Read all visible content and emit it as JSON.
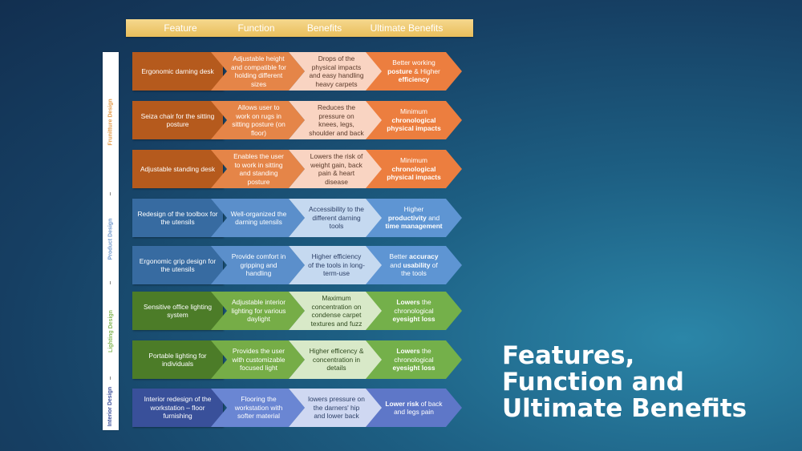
{
  "header": [
    "Feature",
    "Function",
    "Benefits",
    "Ultimate Benefits"
  ],
  "categories": [
    {
      "label": "Frunitture Design",
      "color": "#e39a49"
    },
    {
      "label": "Product Design",
      "color": "#6f97cc"
    },
    {
      "label": "Lighting Design",
      "color": "#86b85a"
    },
    {
      "label": "Interior Design",
      "color": "#3b4e9a"
    }
  ],
  "colors": {
    "orange": [
      "#b55a1d",
      "#e58548",
      "#f9d4c2",
      "#ec7e3f"
    ],
    "blue": [
      "#376ba1",
      "#5b8fcb",
      "#c5d9f0",
      "#5e95d3"
    ],
    "green": [
      "#4c7c28",
      "#76ad47",
      "#d8e9c8",
      "#74b04a"
    ],
    "indigo": [
      "#39509a",
      "#6a86d3",
      "#cfd8f2",
      "#5e77c8"
    ]
  },
  "rows": [
    {
      "scheme": "orange",
      "feature": "Ergonomic darning desk",
      "function": "Adjustable height and compatible for holding different sizes",
      "benefit": "Drops of the physical impacts and easy handling heavy carpets",
      "ultimate": [
        "Better working ",
        "posture",
        " & Higher ",
        "efficiency"
      ]
    },
    {
      "scheme": "orange",
      "feature": "Seiza chair for the sitting posture",
      "function": "Allows user to work on rugs in sitting posture (on floor)",
      "benefit": "Reduces the pressure on knees, legs, shoulder and back",
      "ultimate": [
        "Minimum ",
        "chronological physical impacts"
      ]
    },
    {
      "scheme": "orange",
      "feature": "Adjustable standing desk",
      "function": "Enables the user to work in sitting and standing posture",
      "benefit": "Lowers the risk of weight gain, back pain & heart disease",
      "ultimate": [
        "Minimum ",
        "chronological physical impacts"
      ]
    },
    {
      "scheme": "blue",
      "feature": "Redesign of the toolbox for the utensils",
      "function": "Well-organized the darning utensils",
      "benefit": "Accessibility to the different darning tools",
      "ultimate": [
        "Higher ",
        "productivity",
        " and ",
        "time management"
      ]
    },
    {
      "scheme": "blue",
      "feature": "Ergonomic grip design for the utensils",
      "function": "Provide comfort in gripping and handling",
      "benefit": "Higher efficiency of the tools in long-term-use",
      "ultimate": [
        "Better ",
        "accuracy",
        " and ",
        "usability",
        " of the tools"
      ]
    },
    {
      "scheme": "green",
      "feature": "Sensitive office lighting system",
      "function": "Adjustable interior lighting for various daylight",
      "benefit": "Maximum concentration on condense carpet textures and fuzz",
      "ultimate": [
        "",
        "Lowers",
        " the chronological ",
        "eyesight loss"
      ]
    },
    {
      "scheme": "green",
      "feature": "Portable lighting for individuals",
      "function": "Provides the user with customizable focused light",
      "benefit": "Higher efficency & concentration in details",
      "ultimate": [
        "",
        "Lowers",
        " the chronological ",
        "eyesight loss"
      ]
    },
    {
      "scheme": "indigo",
      "feature": "Interior redesign of the workstation – floor furnishing",
      "function": "Flooring the workstation with softer material",
      "benefit": "lowers pressure on the darners' hip and lower back",
      "ultimate": [
        "",
        "Lower risk",
        " of back and legs pain"
      ]
    }
  ],
  "title": [
    "Features,",
    "Function and",
    "Ultimate Benefits"
  ]
}
